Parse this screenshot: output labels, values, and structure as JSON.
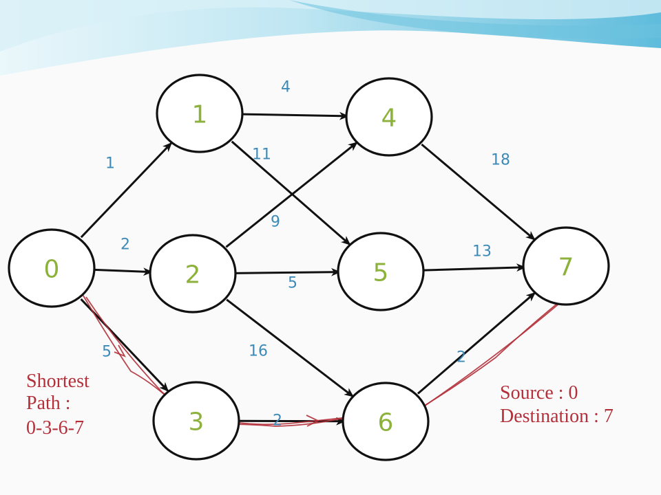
{
  "graph": {
    "nodes": [
      {
        "id": "0",
        "label": "0"
      },
      {
        "id": "1",
        "label": "1"
      },
      {
        "id": "2",
        "label": "2"
      },
      {
        "id": "3",
        "label": "3"
      },
      {
        "id": "4",
        "label": "4"
      },
      {
        "id": "5",
        "label": "5"
      },
      {
        "id": "6",
        "label": "6"
      },
      {
        "id": "7",
        "label": "7"
      }
    ],
    "edges": [
      {
        "from": "0",
        "to": "1",
        "weight": "1"
      },
      {
        "from": "0",
        "to": "2",
        "weight": "2"
      },
      {
        "from": "0",
        "to": "3",
        "weight": "5"
      },
      {
        "from": "1",
        "to": "4",
        "weight": "4"
      },
      {
        "from": "1",
        "to": "5",
        "weight": "11"
      },
      {
        "from": "2",
        "to": "4",
        "weight": "9"
      },
      {
        "from": "2",
        "to": "5",
        "weight": "5"
      },
      {
        "from": "2",
        "to": "6",
        "weight": "16"
      },
      {
        "from": "3",
        "to": "6",
        "weight": "2"
      },
      {
        "from": "4",
        "to": "7",
        "weight": "18"
      },
      {
        "from": "5",
        "to": "7",
        "weight": "13"
      },
      {
        "from": "6",
        "to": "7",
        "weight": "2"
      }
    ],
    "highlighted_path": [
      "0",
      "3",
      "6",
      "7"
    ]
  },
  "notes": {
    "shortest_line1": "Shortest",
    "shortest_line2": "Path  :",
    "shortest_line3": "0-3-6-7",
    "source": "Source  : 0",
    "destination": "Destination  : 7"
  },
  "colors": {
    "node_text": "#8cb23c",
    "weight_text": "#3d8ab8",
    "path_red": "#b3303a",
    "banner_light": "#cdebf4",
    "banner_mid": "#8fd0e6",
    "banner_dark": "#4eb4d6"
  }
}
